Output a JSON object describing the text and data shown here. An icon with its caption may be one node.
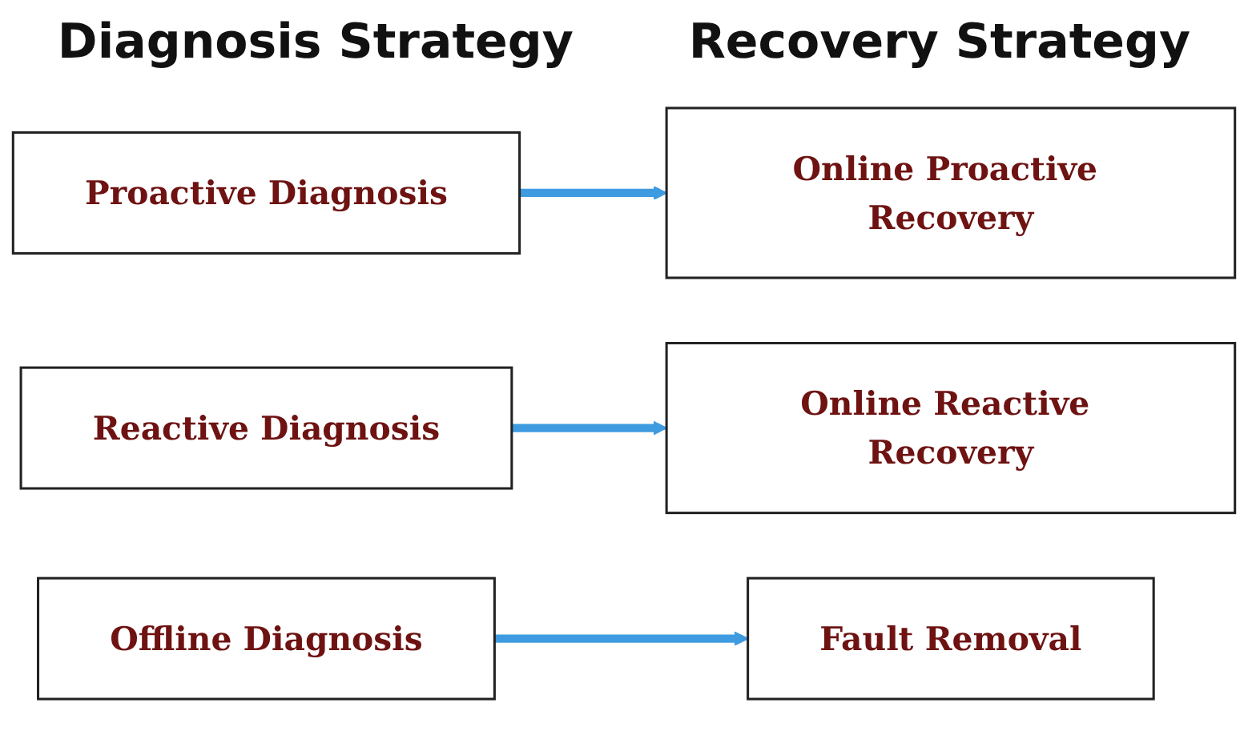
{
  "diagram": {
    "nodes": [
      {
        "text": [
          "Proactive Diagnosis"
        ]
      },
      {
        "text": [
          "Online Proactive Recovery"
        ]
      },
      {
        "text": [
          "Reactive Diagnosis"
        ]
      },
      {
        "text": [
          "Online Reactive Recovery"
        ]
      },
      {
        "text": [
          "Offline Diagnosis"
        ]
      },
      {
        "text": [
          "Fault Removal"
        ]
      }
    ],
    "edges": [
      {
        "from": 0,
        "to": 1,
        "arrow": "to"
      },
      {
        "from": 2,
        "to": 3,
        "arrow": "to"
      },
      {
        "from": 4,
        "to": 5,
        "arrow": "to"
      }
    ],
    "labels": [
      "Diagnosis Strategy",
      "Recovery Strategy"
    ]
  }
}
